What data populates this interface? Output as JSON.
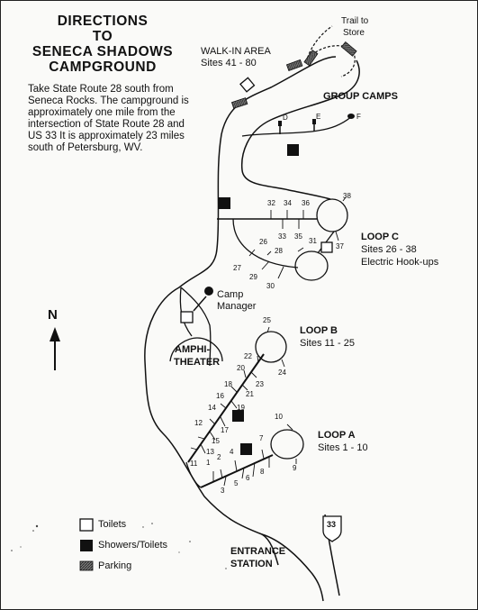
{
  "title": {
    "line1": "DIRECTIONS",
    "line2": "TO",
    "line3": "SENECA SHADOWS",
    "line4": "CAMPGROUND"
  },
  "intro": "Take State Route 28 south from Seneca Rocks.  The campground is approximately one mile from the intersection of State Route 28 and US 33  It is approximately 23 miles south of Petersburg, WV.",
  "labels": {
    "trail": [
      "Trail to",
      "Store"
    ],
    "walkin": [
      "WALK-IN AREA",
      "Sites 41 - 80"
    ],
    "group_camps": "GROUP CAMPS",
    "loop_c": [
      "LOOP C",
      "Sites 26 - 38",
      "Electric Hook-ups"
    ],
    "loop_b": [
      "LOOP B",
      "Sites 11 - 25"
    ],
    "loop_a": [
      "LOOP A",
      "Sites 1 - 10"
    ],
    "camp_manager": [
      "Camp",
      "Manager"
    ],
    "amphitheater": [
      "AMPHI-",
      "THEATER"
    ],
    "entrance": [
      "ENTRANCE",
      "STATION"
    ],
    "north": "N",
    "route": "33",
    "group_sites": [
      "D",
      "E",
      "F"
    ]
  },
  "sites": [
    "1",
    "2",
    "3",
    "4",
    "5",
    "6",
    "7",
    "8",
    "9",
    "10",
    "11",
    "12",
    "13",
    "14",
    "15",
    "16",
    "17",
    "18",
    "19",
    "20",
    "21",
    "22",
    "23",
    "24",
    "25",
    "26",
    "27",
    "28",
    "29",
    "30",
    "31",
    "32",
    "33",
    "34",
    "35",
    "36",
    "37",
    "38"
  ],
  "legend": {
    "toilets": "Toilets",
    "showers": "Showers/Toilets",
    "parking": "Parking"
  }
}
